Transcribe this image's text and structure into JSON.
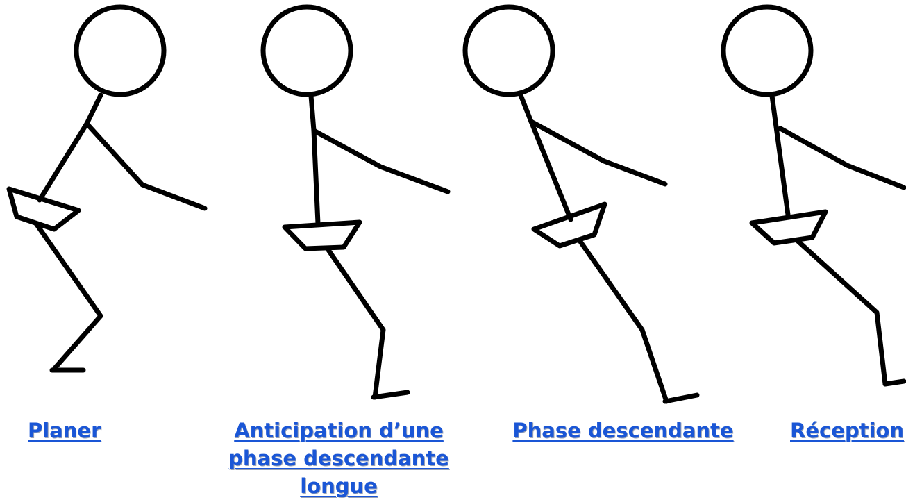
{
  "captions": [
    {
      "id": "planer",
      "label": "Planer"
    },
    {
      "id": "anticipation",
      "label": "Anticipation d’une phase descendante longue"
    },
    {
      "id": "descendante",
      "label": "Phase descendante"
    },
    {
      "id": "reception",
      "label": "Réception"
    }
  ],
  "colors": {
    "link": "#1a56d6",
    "stroke": "#000000",
    "background": "#ffffff"
  }
}
